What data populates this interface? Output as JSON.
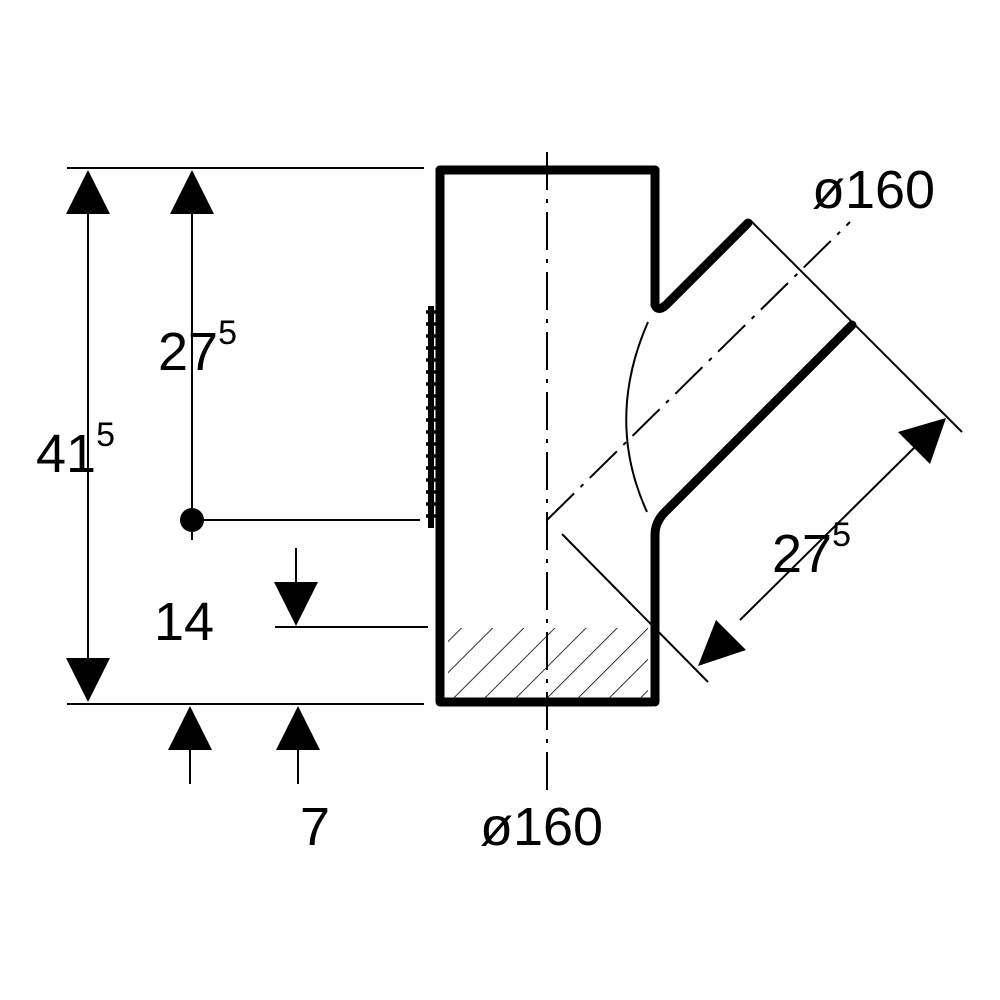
{
  "dimensions": {
    "overall_height": {
      "main": "41",
      "sup": "5"
    },
    "branch_height": {
      "main": "27",
      "sup": "5"
    },
    "insert_depth": "14",
    "bottom_offset": "7",
    "branch_length": {
      "main": "27",
      "sup": "5"
    },
    "branch_diameter": "ø160",
    "main_diameter": "ø160"
  },
  "colors": {
    "line": "#000000",
    "background": "#ffffff"
  }
}
